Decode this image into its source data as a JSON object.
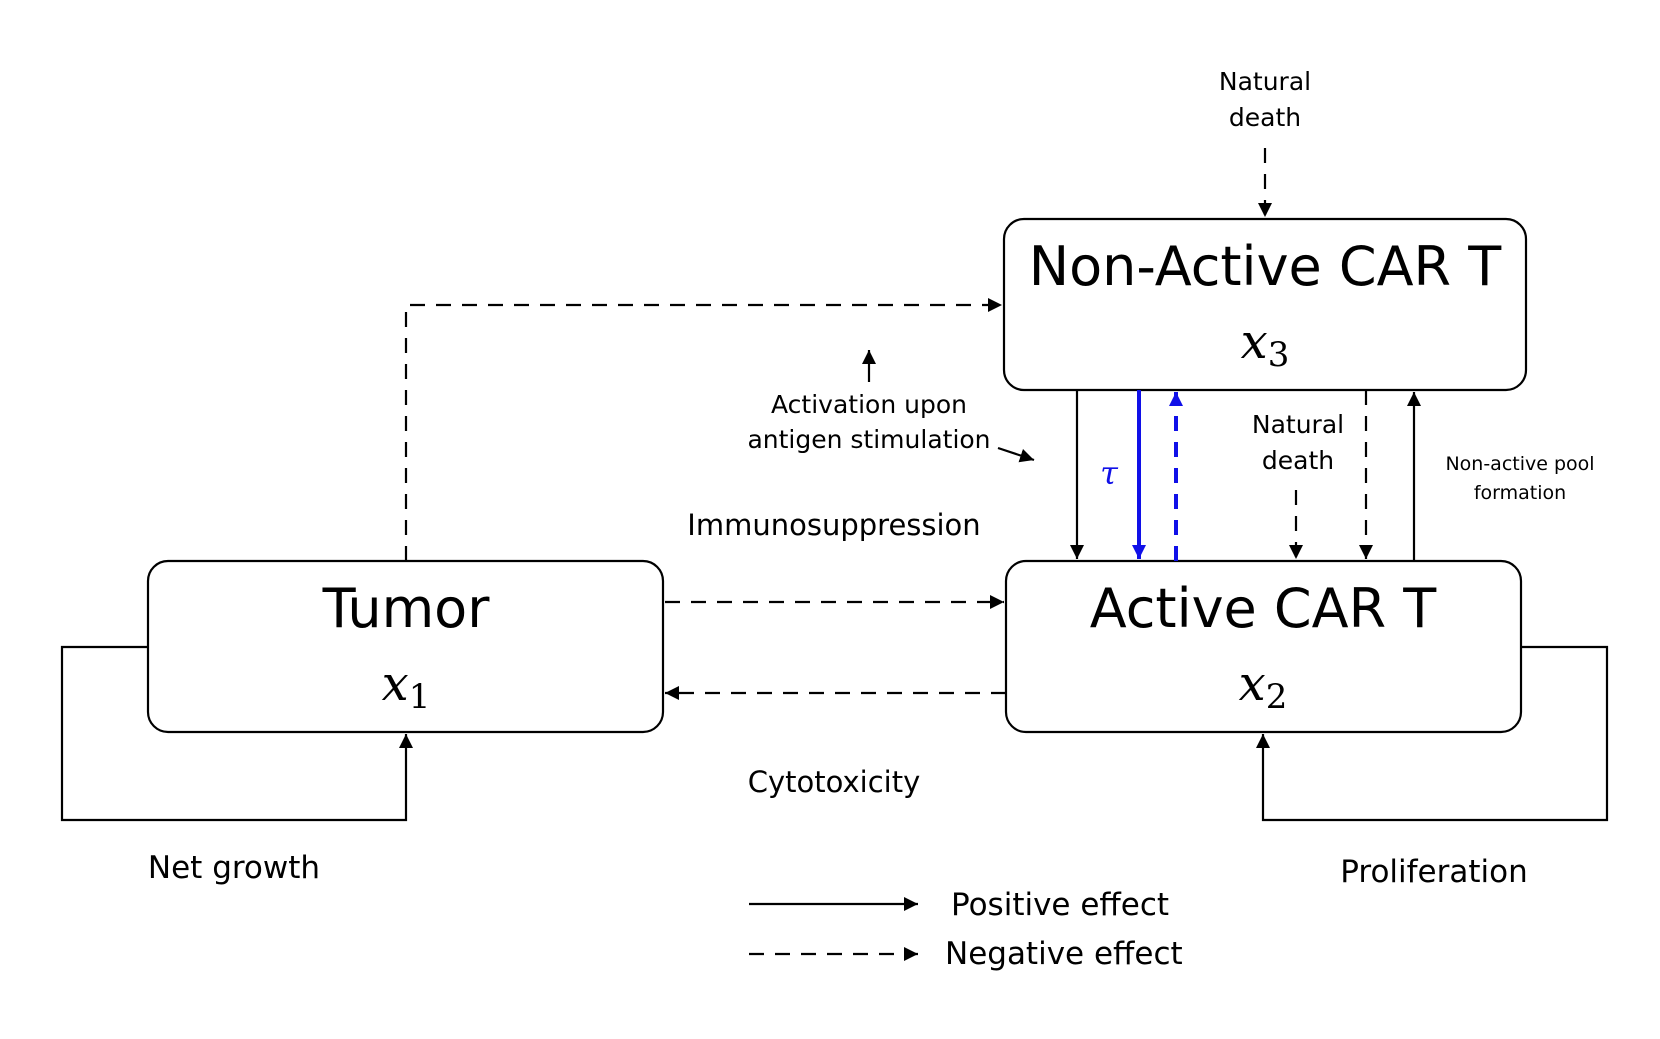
{
  "nodes": {
    "tumor": {
      "title": "Tumor",
      "var": "x",
      "sub": "1"
    },
    "active": {
      "title": "Active CAR T",
      "var": "x",
      "sub": "2"
    },
    "nonactive": {
      "title": "Non-Active CAR T",
      "var": "x",
      "sub": "3"
    }
  },
  "labels": {
    "natural_death_top_line1": "Natural",
    "natural_death_top_line2": "death",
    "activation_line1": "Activation upon",
    "activation_line2": "antigen stimulation",
    "immunosuppression": "Immunosuppression",
    "cytotoxicity": "Cytotoxicity",
    "natural_death_mid_line1": "Natural",
    "natural_death_mid_line2": "death",
    "pool_line1": "Non-active pool",
    "pool_line2": "formation",
    "net_growth": "Net growth",
    "proliferation": "Proliferation",
    "tau": "τ"
  },
  "legend": {
    "positive": "Positive effect",
    "negative": "Negative effect"
  },
  "colors": {
    "line": "#000000",
    "delay": "#1010e8"
  }
}
